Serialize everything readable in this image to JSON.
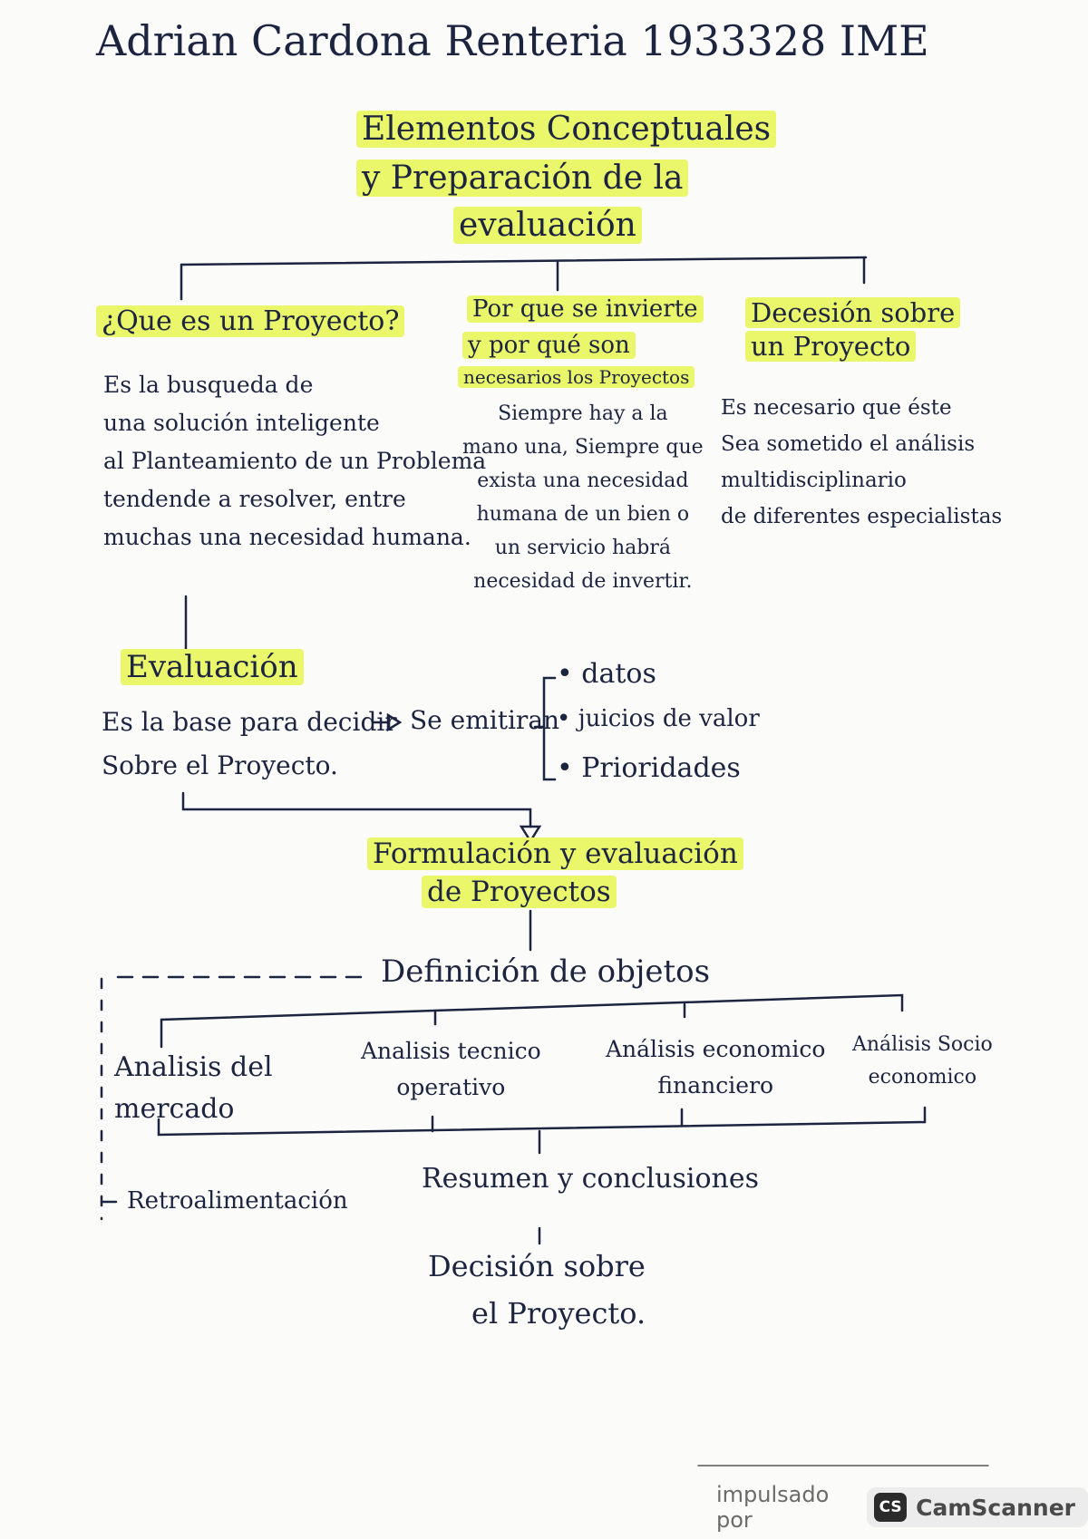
{
  "header": {
    "author_line": "Adrian Cardona Renteria 1933328 IME"
  },
  "title": {
    "line1": "Elementos Conceptuales",
    "line2": "y Preparación de la",
    "line3": "evaluación"
  },
  "sections": [
    {
      "heading": "¿Que es un Proyecto?",
      "body": "Es la busqueda de\nuna solución inteligente\nal Planteamiento de un Problema\ntendende a resolver, entre\nmuchas una necesidad humana."
    },
    {
      "heading_line1": "Por que se invierte",
      "heading_line2": "y por qué son",
      "heading_line3": "necesarios los Proyectos",
      "body": "Siempre hay a la\nmano una, Siempre que\nexista una necesidad\nhumana de un bien o\nun servicio habrá\nnecesidad de invertir."
    },
    {
      "heading_line1": "Decesión sobre",
      "heading_line2": "un Proyecto",
      "body": "Es necesario que éste\nSea sometido el análisis\nmultidisciplinario\nde diferentes especialistas"
    }
  ],
  "evaluacion": {
    "heading": "Evaluación",
    "body": "Es la base para decidir\nSobre el Proyecto.",
    "arrow_text": "Se emitiran",
    "bullets": [
      "datos",
      "juicios de valor",
      "Prioridades"
    ]
  },
  "formulacion": {
    "line1": "Formulación y evaluación",
    "line2": "de Proyectos"
  },
  "definicion": "Definición de objetos",
  "analyses": [
    "Analisis del\nmercado",
    "Analisis tecnico\noperativo",
    "Análisis economico\nfinanciero",
    "Análisis Socio\neconomico"
  ],
  "retroalimentacion": "Retroalimentación",
  "resumen": "Resumen y conclusiones",
  "decision": {
    "line1": "Decisión sobre",
    "line2": "el Proyecto."
  },
  "footer": {
    "powered_by": "impulsado por",
    "logo_text": "CS",
    "brand": "CamScanner"
  },
  "colors": {
    "ink": "#1c2440",
    "highlight": "#eaf76b",
    "footer_text": "#6b6b6b"
  }
}
